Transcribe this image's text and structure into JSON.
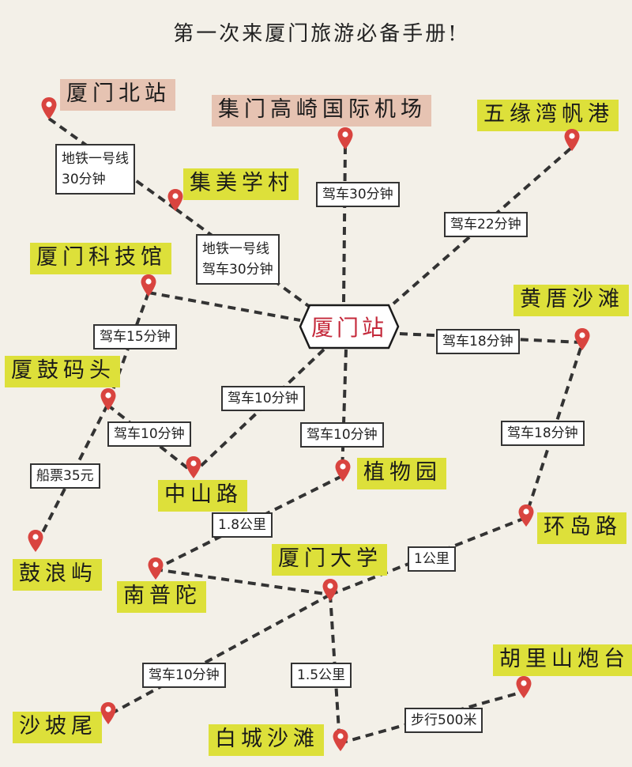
{
  "title": "第一次来厦门旅游必备手册!",
  "colors": {
    "background": "#f3f0e8",
    "highlight_yellow": "#dde03a",
    "highlight_pink": "#e6c3b2",
    "pin_red": "#d9443f",
    "hub_text_red": "#c4283a",
    "line": "#333333"
  },
  "hub": {
    "label": "厦门站"
  },
  "places": {
    "xiamen_north": "厦门北站",
    "airport": "集门高崎国际机场",
    "wuyuan_bay": "五缘湾帆港",
    "jimei": "集美学村",
    "science_museum": "厦门科技馆",
    "huangcuo_beach": "黄厝沙滩",
    "xiagu_pier": "厦鼓码头",
    "zhongshan_road": "中山路",
    "botanical_garden": "植物园",
    "gulangyu": "鼓浪屿",
    "huandao_road": "环岛路",
    "nanputuo": "南普陀",
    "xiamen_university": "厦门大学",
    "hulishan_fort": "胡里山炮台",
    "shapowei": "沙坡尾",
    "baicheng_beach": "白城沙滩"
  },
  "edges": {
    "north_jimei": {
      "line1": "地铁一号线",
      "line2": "30分钟"
    },
    "jimei_hub": {
      "line1": "地铁一号线",
      "line2": "驾车30分钟"
    },
    "airport_hub": "驾车30分钟",
    "wuyuan_hub": "驾车22分钟",
    "science_xiagu": "驾车15分钟",
    "hub_huangcuo": "驾车18分钟",
    "hub_zhongshan": "驾车10分钟",
    "xiagu_zhongshan": "驾车10分钟",
    "hub_botanical": "驾车10分钟",
    "huangcuo_huandao": "驾车18分钟",
    "xiagu_gulangyu": "船票35元",
    "botanical_nanputuo": "1.8公里",
    "xmu_huandao": "1公里",
    "xmu_shapowei": "驾车10分钟",
    "xmu_baicheng": "1.5公里",
    "baicheng_hulishan": "步行500米"
  }
}
